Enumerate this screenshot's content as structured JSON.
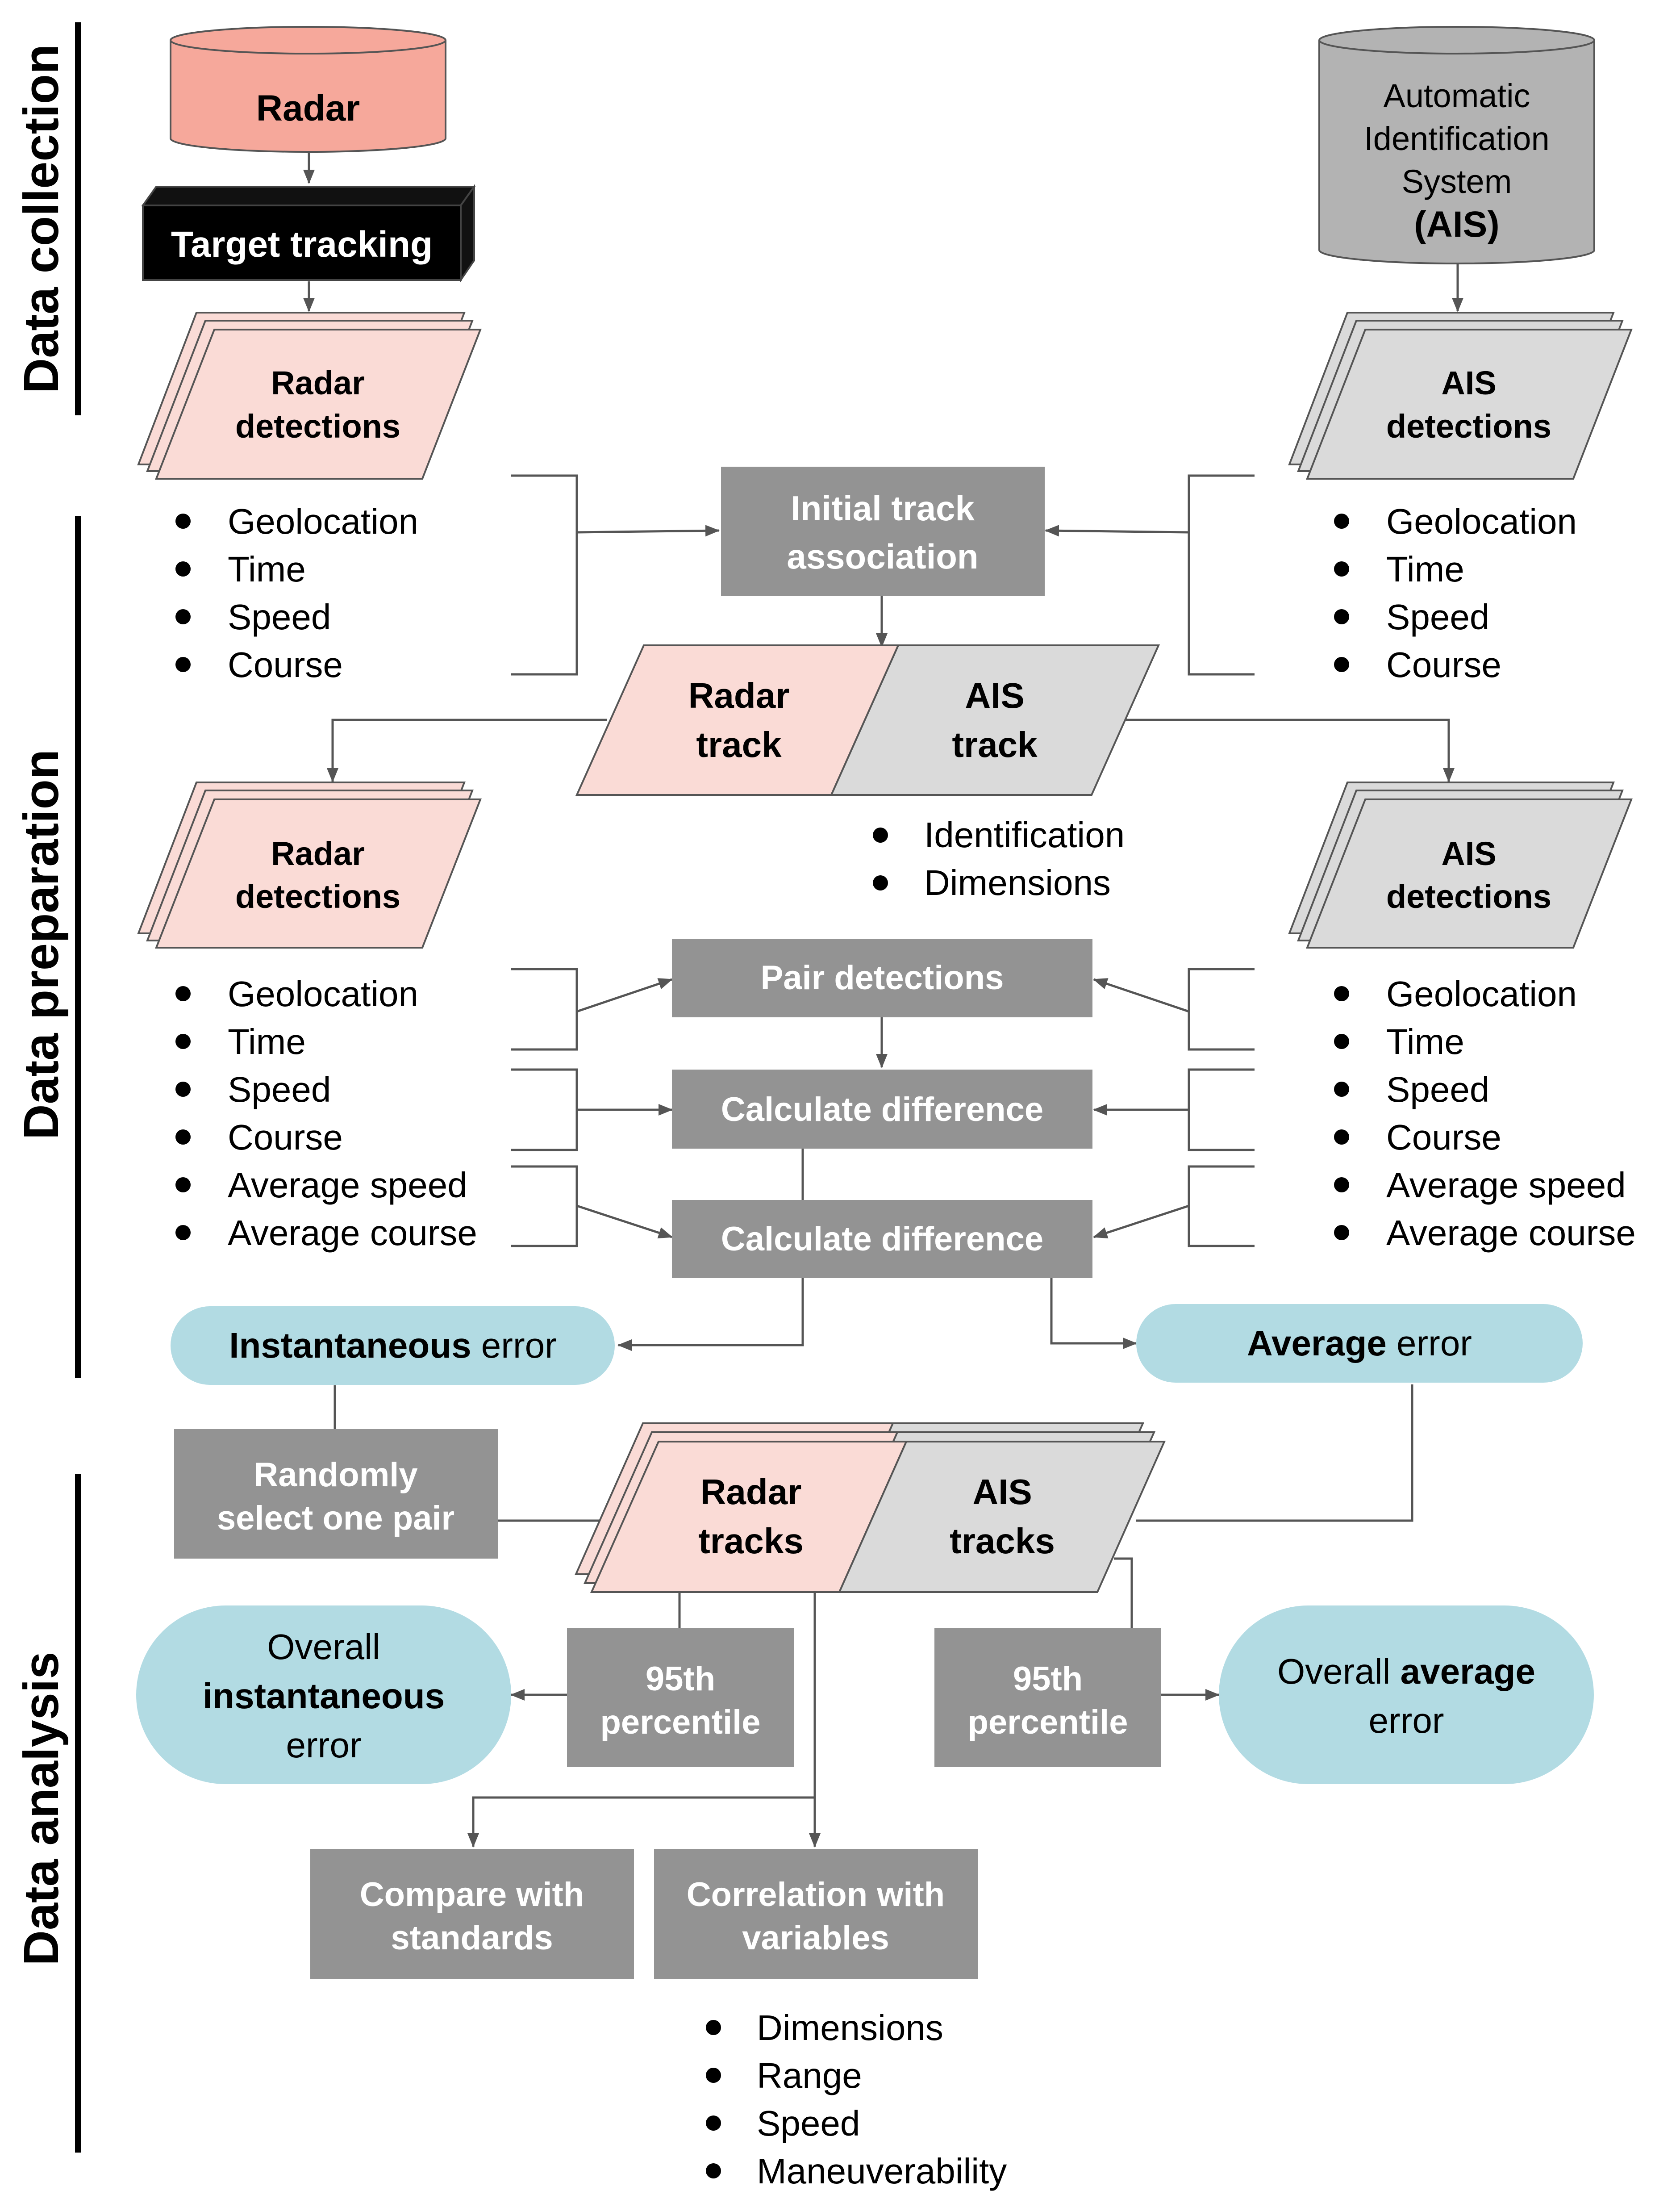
{
  "sections": {
    "collection": "Data collection",
    "preparation": "Data preparation",
    "analysis": "Data analysis"
  },
  "collection": {
    "radar_db": "Radar",
    "target_tracking": "Target tracking",
    "ais_db": [
      "Automatic",
      "Identification",
      "System",
      "(AIS)"
    ],
    "radar_detections": [
      "Radar",
      "detections"
    ],
    "ais_detections": [
      "AIS",
      "detections"
    ]
  },
  "preparation": {
    "attrs_basic_left": [
      "Geolocation",
      "Time",
      "Speed",
      "Course"
    ],
    "attrs_basic_right": [
      "Geolocation",
      "Time",
      "Speed",
      "Course"
    ],
    "initial_association": [
      "Initial track",
      "association"
    ],
    "radar_track": [
      "Radar",
      "track"
    ],
    "ais_track": [
      "AIS",
      "track"
    ],
    "track_attrs": [
      "Identification",
      "Dimensions"
    ],
    "radar_detections": [
      "Radar",
      "detections"
    ],
    "ais_detections": [
      "AIS",
      "detections"
    ],
    "attrs_full_left": [
      "Geolocation",
      "Time",
      "Speed",
      "Course",
      "Average speed",
      "Average course"
    ],
    "attrs_full_right": [
      "Geolocation",
      "Time",
      "Speed",
      "Course",
      "Average speed",
      "Average course"
    ],
    "pair_detections": "Pair detections",
    "calc_diff_1": "Calculate difference",
    "calc_diff_2": "Calculate difference",
    "instantaneous_error": [
      "Instantaneous",
      " error"
    ],
    "average_error": [
      "Average",
      " error"
    ]
  },
  "analysis": {
    "random_select": [
      "Randomly",
      "select one pair"
    ],
    "radar_tracks": [
      "Radar",
      "tracks"
    ],
    "ais_tracks": [
      "AIS",
      "tracks"
    ],
    "percentile_left": [
      "95th",
      "percentile"
    ],
    "percentile_right": [
      "95th",
      "percentile"
    ],
    "overall_instantaneous": [
      "Overall",
      "instantaneous",
      "error"
    ],
    "overall_average": [
      "Overall ",
      "average",
      "error"
    ],
    "compare_standards": [
      "Compare with",
      "standards"
    ],
    "correlation_variables": [
      "Correlation with",
      "variables"
    ],
    "variables": [
      "Dimensions",
      "Range",
      "Speed",
      "Maneuverability"
    ]
  },
  "colors": {
    "radar_db": "#f6a89b",
    "radar_light": "#fadbd6",
    "ais_db": "#b3b3b3",
    "ais_light": "#dadada",
    "process": "#939393",
    "error_pill": "#b2dbe3",
    "black": "#000000",
    "line": "#555555"
  }
}
